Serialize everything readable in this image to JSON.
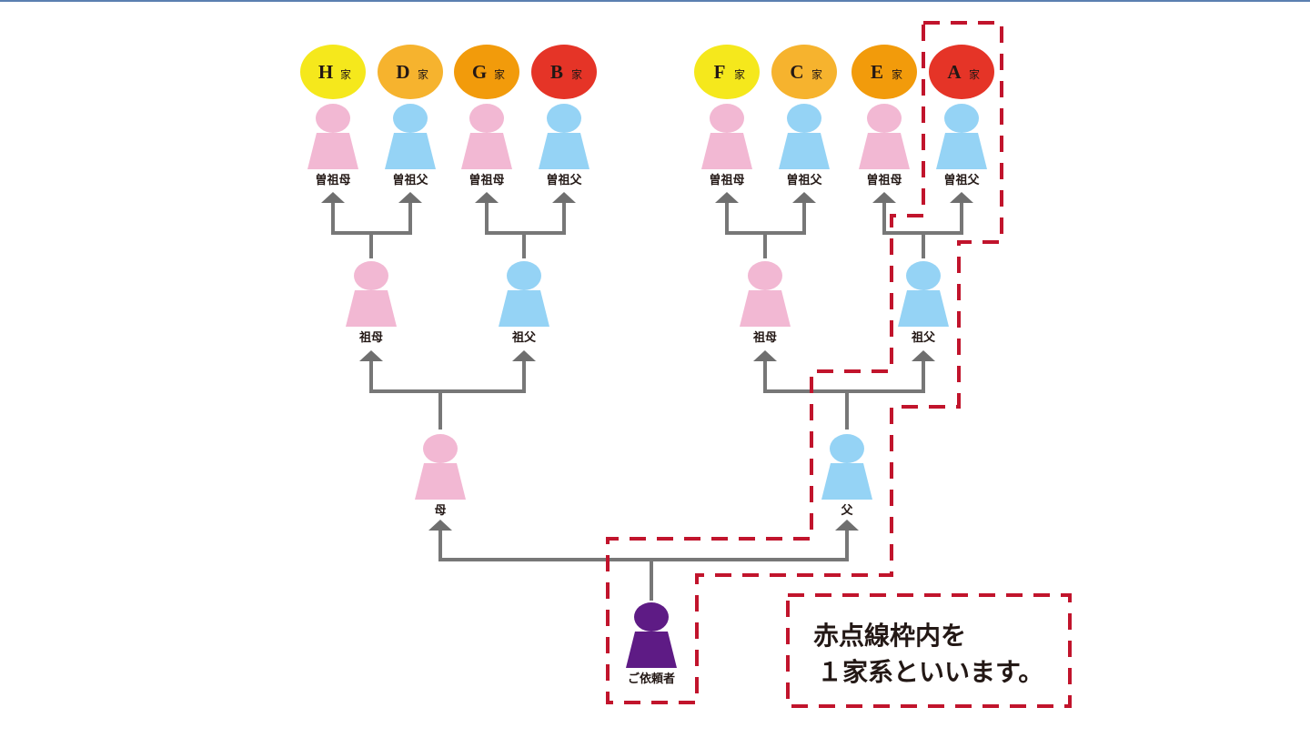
{
  "colors": {
    "female": "#f2b8d3",
    "male": "#95d3f5",
    "client": "#5e1b85",
    "line": "#777777",
    "highlight_border": "#c1142c",
    "family_yellow": "#f5e81c",
    "family_light_orange": "#f6b32e",
    "family_orange": "#f29b0b",
    "family_red": "#e53427"
  },
  "families": [
    {
      "letter": "H",
      "suffix": "家",
      "color": "#f5e81c"
    },
    {
      "letter": "D",
      "suffix": "家",
      "color": "#f6b32e"
    },
    {
      "letter": "G",
      "suffix": "家",
      "color": "#f29b0b"
    },
    {
      "letter": "B",
      "suffix": "家",
      "color": "#e53427"
    },
    {
      "letter": "F",
      "suffix": "家",
      "color": "#f5e81c"
    },
    {
      "letter": "C",
      "suffix": "家",
      "color": "#f6b32e"
    },
    {
      "letter": "E",
      "suffix": "家",
      "color": "#f29b0b"
    },
    {
      "letter": "A",
      "suffix": "家",
      "color": "#e53427"
    }
  ],
  "great_grandparents": [
    {
      "label": "曽祖母",
      "gender": "female"
    },
    {
      "label": "曽祖父",
      "gender": "male"
    },
    {
      "label": "曽祖母",
      "gender": "female"
    },
    {
      "label": "曽祖父",
      "gender": "male"
    },
    {
      "label": "曽祖母",
      "gender": "female"
    },
    {
      "label": "曽祖父",
      "gender": "male"
    },
    {
      "label": "曽祖母",
      "gender": "female"
    },
    {
      "label": "曽祖父",
      "gender": "male"
    }
  ],
  "grandparents": [
    {
      "label": "祖母",
      "gender": "female"
    },
    {
      "label": "祖父",
      "gender": "male"
    },
    {
      "label": "祖母",
      "gender": "female"
    },
    {
      "label": "祖父",
      "gender": "male"
    }
  ],
  "parents": [
    {
      "label": "母",
      "gender": "female"
    },
    {
      "label": "父",
      "gender": "male"
    }
  ],
  "client": {
    "label": "ご依頼者",
    "gender": "client"
  },
  "note": {
    "line1": "赤点線枠内を",
    "line2": "１家系といいます。"
  }
}
